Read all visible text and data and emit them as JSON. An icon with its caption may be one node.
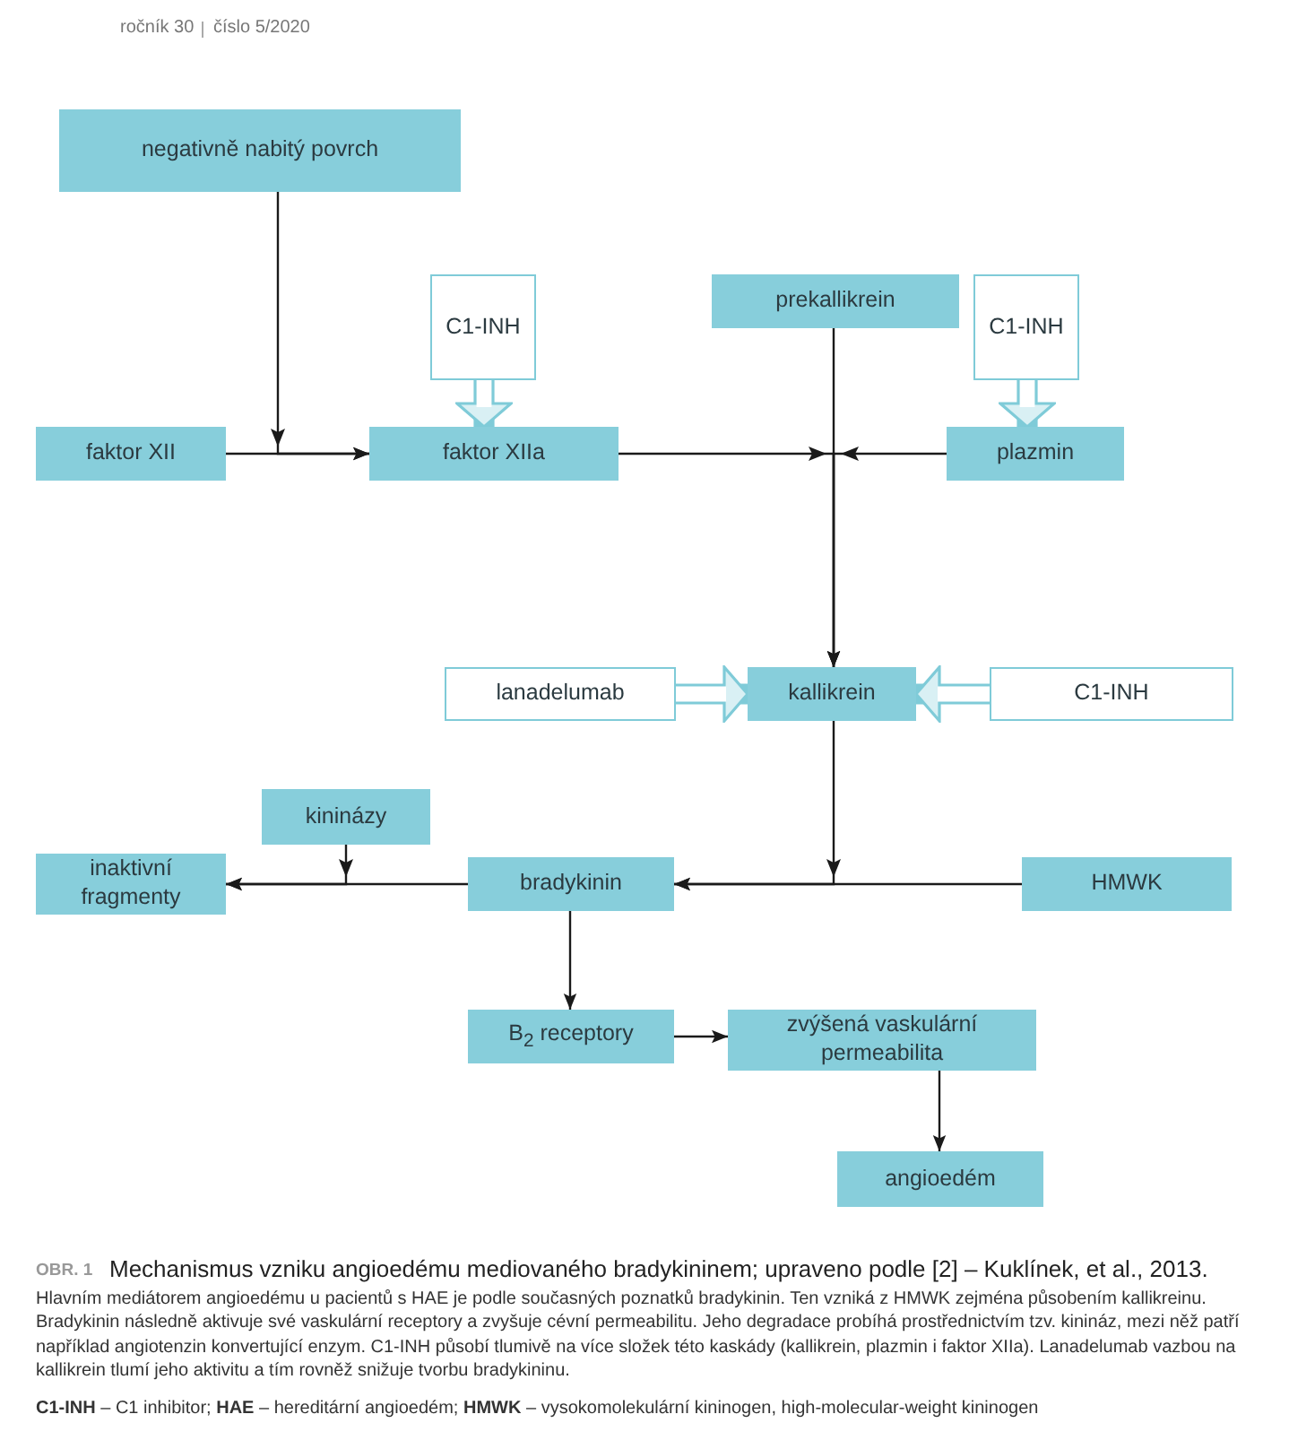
{
  "diagram": {
    "caption": "Mechanismus vzniku angioedému mediovaného bradykininem; upraveno podle [2] – Kuklínek, et al., 2013.",
    "nodes": [
      {
        "text": [
          "negativně nabitý povrch"
        ]
      },
      {
        "text": [
          "C1-INH"
        ]
      },
      {
        "text": [
          "prekallikrein"
        ]
      },
      {
        "text": [
          "C1-INH"
        ]
      },
      {
        "text": [
          "faktor XII"
        ]
      },
      {
        "text": [
          "faktor XIIa"
        ]
      },
      {
        "text": [
          "plazmin"
        ]
      },
      {
        "text": [
          "lanadelumab"
        ]
      },
      {
        "text": [
          "kallikrein"
        ]
      },
      {
        "text": [
          "C1-INH"
        ]
      },
      {
        "text": [
          "kininázy"
        ]
      },
      {
        "text": [
          "inaktivní fragmenty"
        ]
      },
      {
        "text": [
          "bradykinin"
        ]
      },
      {
        "text": [
          "HMWK"
        ]
      },
      {
        "text": [
          "B$_{2}$ receptory"
        ]
      },
      {
        "text": [
          "zvýšená vaskulární permeabilita"
        ]
      },
      {
        "text": [
          "angioedém"
        ]
      }
    ],
    "edges": [
      {
        "from": 0,
        "to": 5,
        "arrow": "to"
      },
      {
        "from": 4,
        "to": 5,
        "arrow": "to"
      },
      {
        "from": 1,
        "to": 5,
        "arrow": "to",
        "style": "thick",
        "color": "#7fcbd8"
      },
      {
        "from": 2,
        "to": 8,
        "arrow": "to"
      },
      {
        "from": 5,
        "to": 8,
        "arrow": "to"
      },
      {
        "from": 3,
        "to": 6,
        "arrow": "to",
        "style": "thick",
        "color": "#7fcbd8"
      },
      {
        "from": 6,
        "to": 8,
        "arrow": "to"
      },
      {
        "from": 7,
        "to": 8,
        "arrow": "to",
        "style": "thick",
        "color": "#7fcbd8"
      },
      {
        "from": 9,
        "to": 8,
        "arrow": "to",
        "style": "thick",
        "color": "#7fcbd8"
      },
      {
        "from": 8,
        "to": 12,
        "arrow": "to"
      },
      {
        "from": 13,
        "to": 12,
        "arrow": "to"
      },
      {
        "from": 10,
        "to": 11,
        "arrow": "to"
      },
      {
        "from": 12,
        "to": 11,
        "arrow": "to"
      },
      {
        "from": 12,
        "to": 14,
        "arrow": "to"
      },
      {
        "from": 14,
        "to": 15,
        "arrow": "to"
      },
      {
        "from": 15,
        "to": 16,
        "arrow": "to"
      }
    ],
    "labels": [
      "ročník 30",
      "číslo 5/2020",
      "OBR. 1",
      "Hlavním mediátorem angioedému u pacientů s HAE je podle současných poznatků bradykinin. Ten vzniká z HMWK zejména působením kallikreinu. Bradykinin následně aktivuje své vaskulární receptory a zvyšuje cévní permeabilitu. Jeho degradace probíhá prostřednictvím tzv. kinináz, mezi něž patří například angiotenzin konvertující enzym. C1-INH působí tlumivě na více složek této kaskády (kallikrein, plazmin i faktor XIIa). Lanadelumab vazbou na kallikrein tlumí jeho aktivitu a tím rovněž snižuje tvorbu bradykininu.",
      "**C1-INH** – C1 inhibitor; **HAE** – hereditární angioedém; **HMWK** – vysokomolekulární kininogen, high-molecular-weight kininogen"
    ]
  }
}
